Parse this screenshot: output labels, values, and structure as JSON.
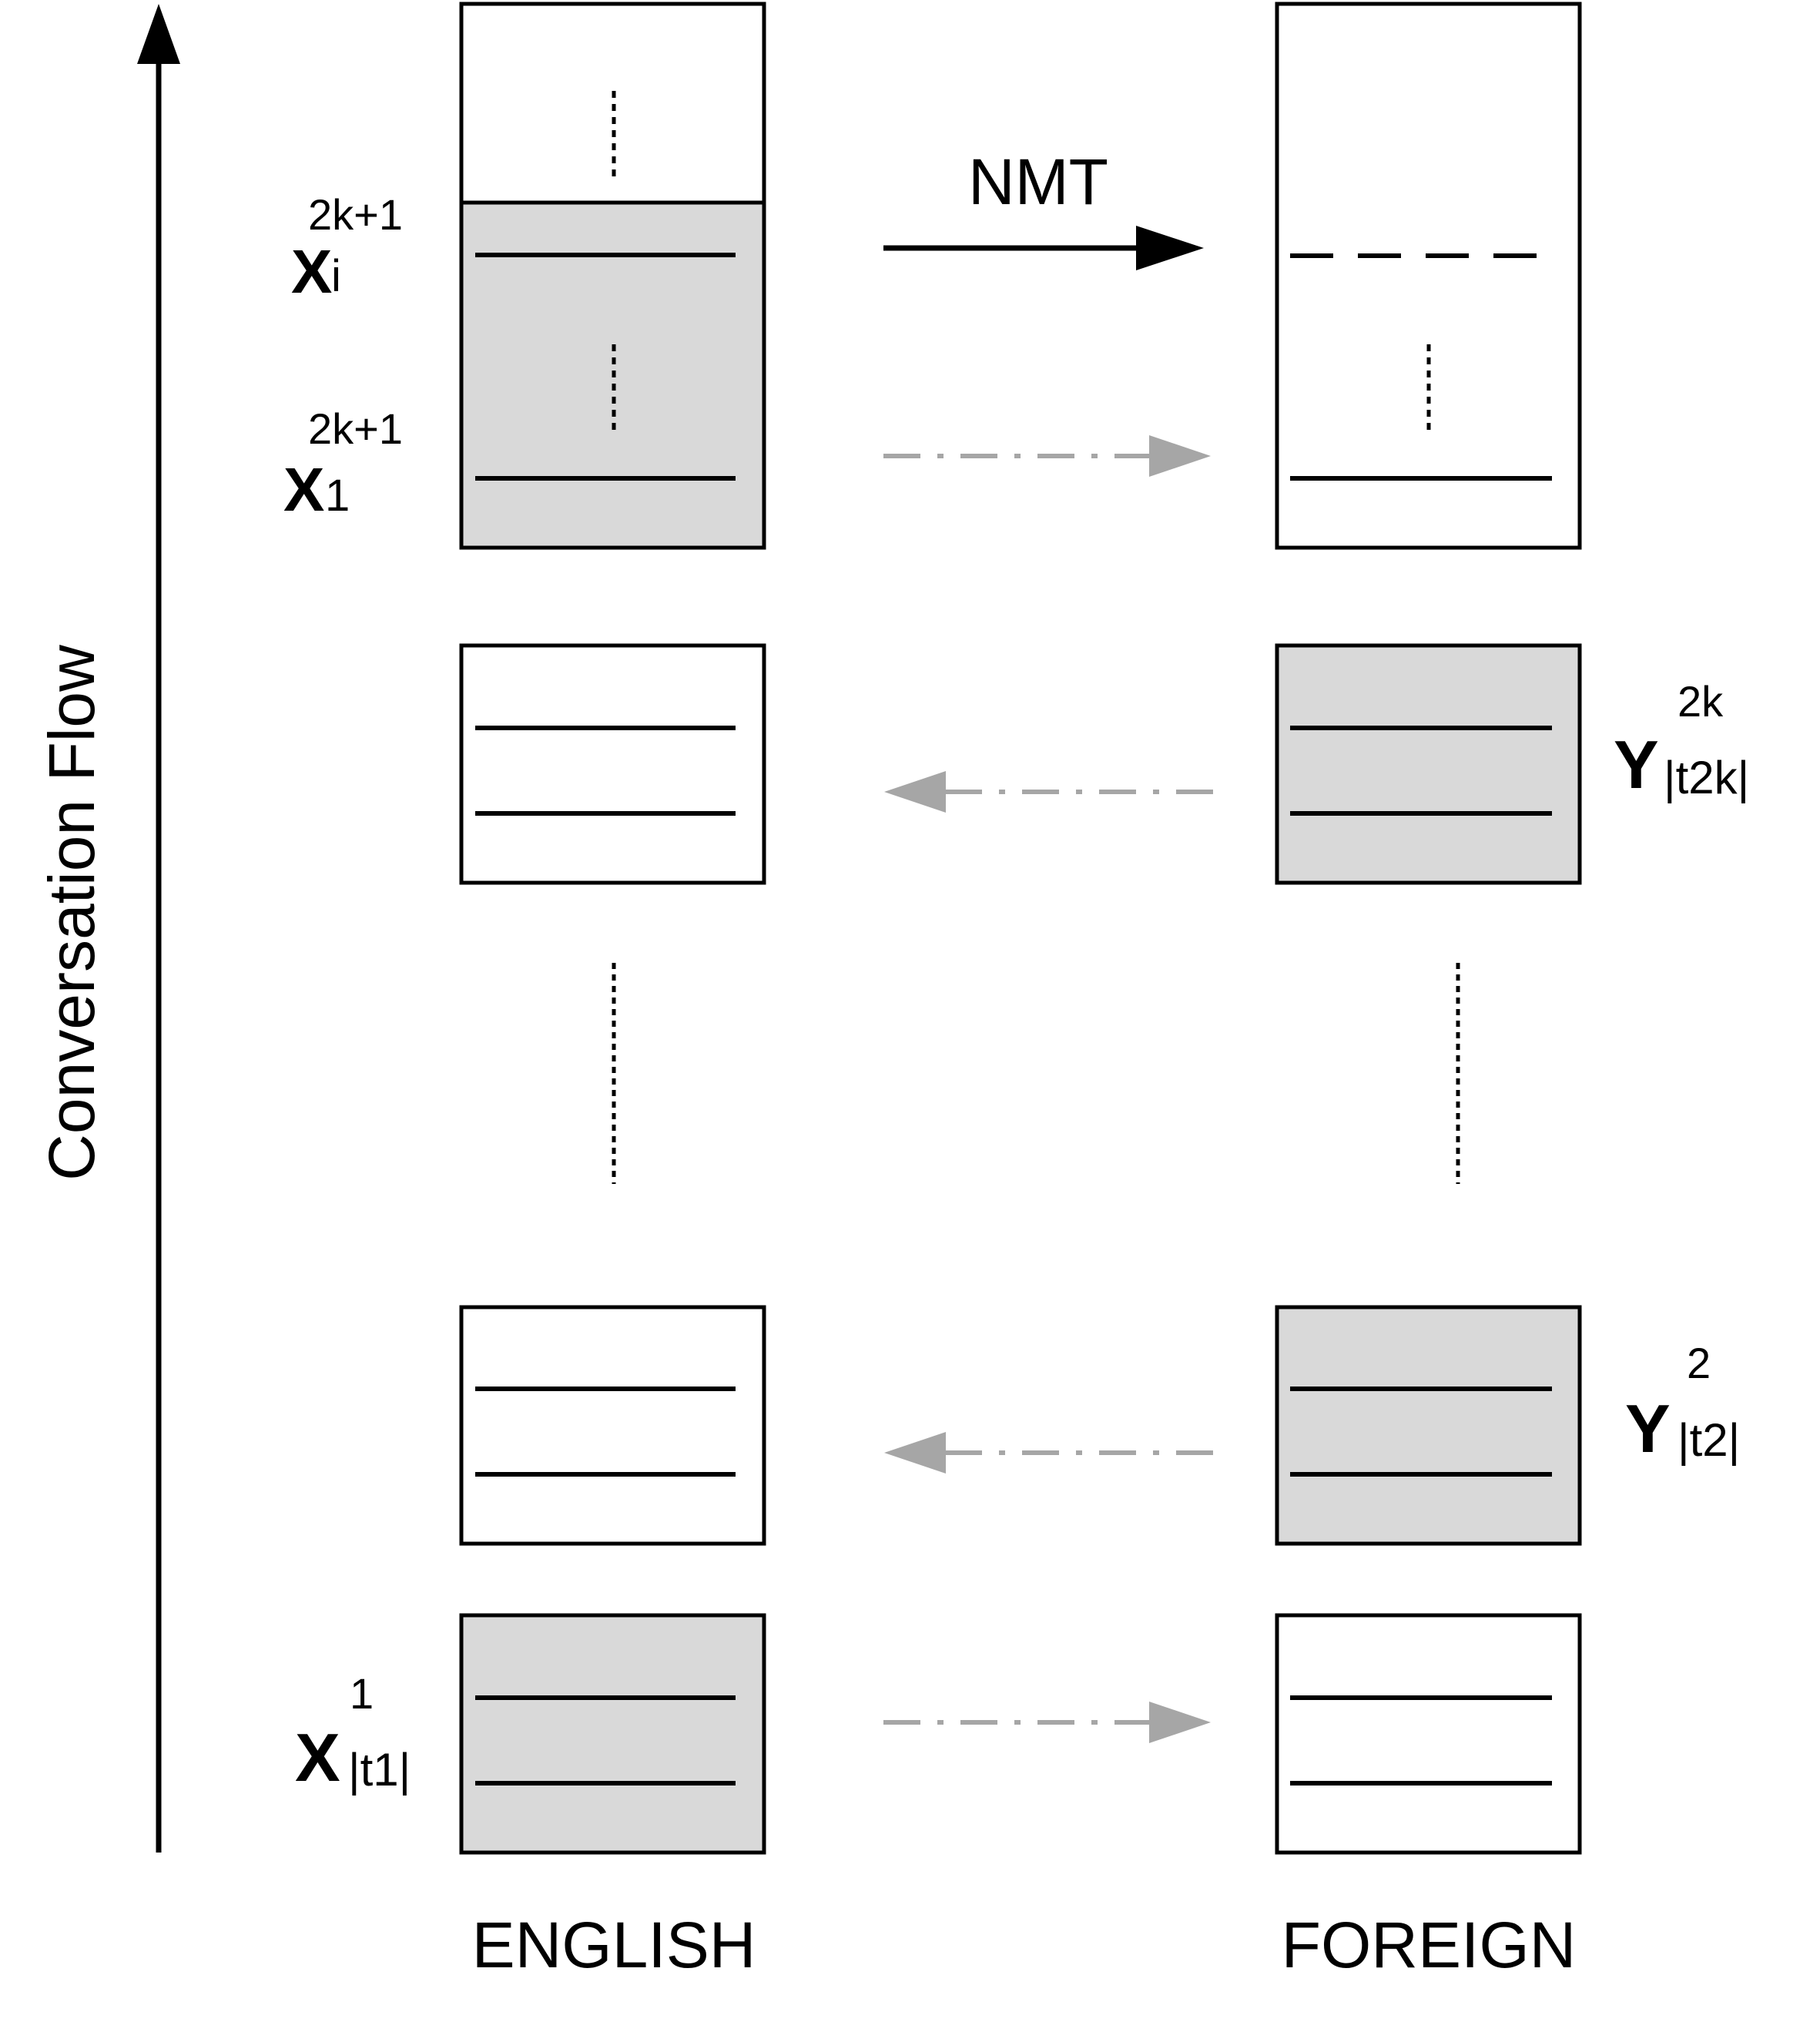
{
  "axis": {
    "label": "Conversation Flow"
  },
  "columns": {
    "left": "ENGLISH",
    "right": "FOREIGN"
  },
  "arrow_label": "NMT",
  "labels": {
    "xi": {
      "base": "X",
      "sup": "2k+1",
      "sub": "i"
    },
    "x1": {
      "base": "X",
      "sup": "2k+1",
      "sub": "1"
    },
    "y2k": {
      "base": "Y",
      "sup": "2k",
      "sub": "|t2k|"
    },
    "y2": {
      "base": "Y",
      "sup": "2",
      "sub": "|t2|"
    },
    "xt1": {
      "base": "X",
      "sup": "1",
      "sub": "|t1|"
    }
  },
  "colors": {
    "shade": "#d9d9d9",
    "arrow_gray": "#a6a6a6",
    "line": "#000000"
  }
}
